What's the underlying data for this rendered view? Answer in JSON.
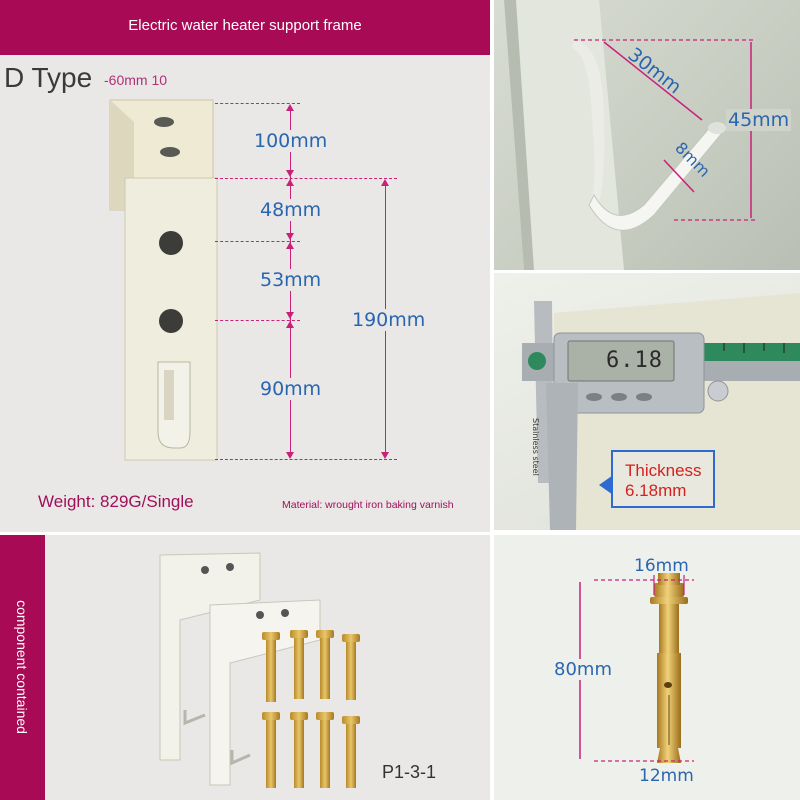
{
  "header": {
    "title": "Electric water heater support frame"
  },
  "spec": {
    "type_title": "D Type",
    "type_spec": "-60mm 10",
    "dimensions": {
      "top": "100mm",
      "mid1": "48mm",
      "mid2": "53mm",
      "bottom": "90mm",
      "total": "190mm"
    },
    "weight": "Weight: 829G/Single",
    "material": "Material: wrought iron baking varnish"
  },
  "hook": {
    "length": "30mm",
    "diameter": "8mm",
    "height": "45mm"
  },
  "caliper": {
    "reading": "6.18",
    "brand": "Stainless steel",
    "callout_line1": "Thickness",
    "callout_line2": "6.18mm"
  },
  "components": {
    "side_label": "component contained",
    "code": "P1-3-1"
  },
  "bolt": {
    "top_width": "16mm",
    "length": "80mm",
    "bottom_width": "12mm"
  },
  "colors": {
    "brand": "#a80a55",
    "dimension_text": "#2a66b0",
    "dimension_line": "#c9207a",
    "callout": "#d62020"
  }
}
